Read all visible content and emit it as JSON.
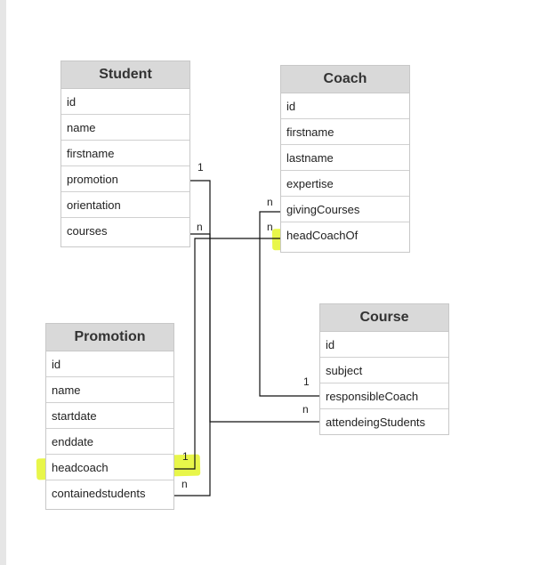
{
  "entities": {
    "student": {
      "title": "Student",
      "fields": [
        "id",
        "name",
        "firstname",
        "promotion",
        "orientation",
        "courses"
      ]
    },
    "coach": {
      "title": "Coach",
      "fields": [
        "id",
        "firstname",
        "lastname",
        "expertise",
        "givingCourses",
        "headCoachOf"
      ]
    },
    "promotion": {
      "title": "Promotion",
      "fields": [
        "id",
        "name",
        "startdate",
        "enddate",
        "headcoach",
        "containedstudents"
      ]
    },
    "course": {
      "title": "Course",
      "fields": [
        "id",
        "subject",
        "responsibleCoach",
        "attendeingStudents"
      ]
    }
  },
  "relations": [
    {
      "from": "student.promotion",
      "to": "promotion.containedstudents",
      "from_card": "1",
      "to_card": "n"
    },
    {
      "from": "student.courses",
      "to": "course.attendeingStudents",
      "from_card": "n",
      "to_card": "n"
    },
    {
      "from": "coach.givingCourses",
      "to": "course.responsibleCoach",
      "from_card": "n",
      "to_card": "1"
    },
    {
      "from": "coach.headCoachOf",
      "to": "promotion.headcoach",
      "from_card": "n",
      "to_card": "1"
    }
  ],
  "highlighted_fields": [
    "coach.headCoachOf",
    "promotion.headcoach"
  ],
  "colors": {
    "highlight": "#e4f52a",
    "header_bg": "#d9d9d9",
    "line": "#111111"
  }
}
